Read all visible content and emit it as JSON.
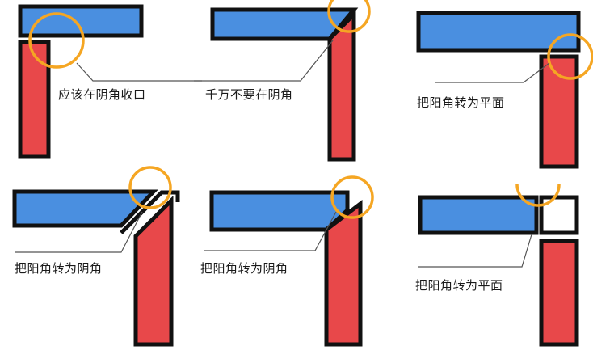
{
  "panels": [
    {
      "label": "应该在阴角收口"
    },
    {
      "label": "千万不要在阴角"
    },
    {
      "label": "把阳角转为平面"
    },
    {
      "label": "把阳角转为阴角"
    },
    {
      "label": "把阳角转为阴角"
    },
    {
      "label": "把阳角转为平面"
    }
  ],
  "colors": {
    "blue": "#4a8fe0",
    "red": "#e8484a",
    "outline": "#111111",
    "circle": "#f5a623",
    "leader": "#555555"
  }
}
